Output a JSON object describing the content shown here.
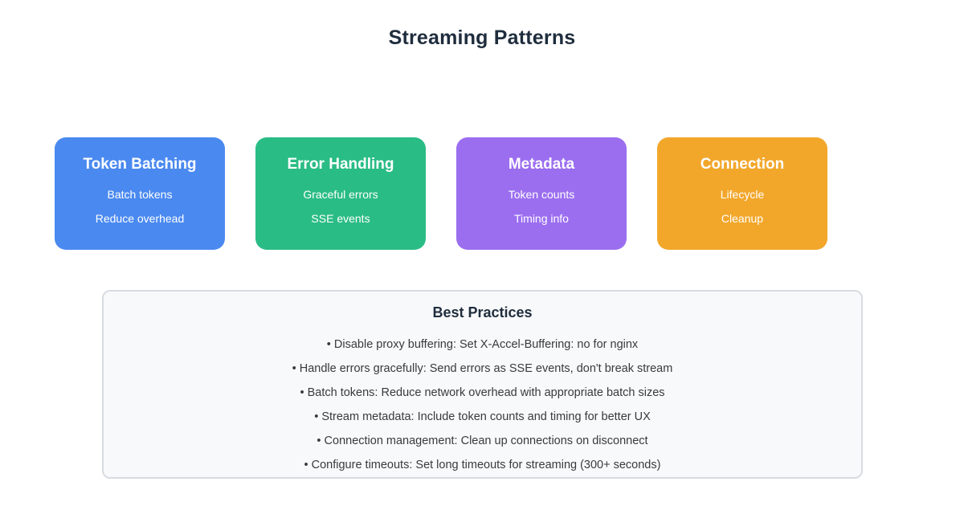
{
  "page": {
    "title": "Streaming Patterns"
  },
  "colors": {
    "title_text": "#1f2d3d",
    "card_blue": "#4a89f0",
    "card_green": "#2abc85",
    "card_purple": "#9b6ef0",
    "card_orange": "#f2a72b",
    "panel_bg": "#f8f9fa",
    "panel_border": "#d8dbe2",
    "body_text": "#3a3a3a"
  },
  "cards": [
    {
      "title": "Token Batching",
      "line1": "Batch tokens",
      "line2": "Reduce overhead",
      "color": "#4a89f0"
    },
    {
      "title": "Error Handling",
      "line1": "Graceful errors",
      "line2": "SSE events",
      "color": "#2abc85"
    },
    {
      "title": "Metadata",
      "line1": "Token counts",
      "line2": "Timing info",
      "color": "#9b6ef0"
    },
    {
      "title": "Connection",
      "line1": "Lifecycle",
      "line2": "Cleanup",
      "color": "#f2a72b"
    }
  ],
  "best_practices": {
    "title": "Best Practices",
    "items": [
      "• Disable proxy buffering: Set X-Accel-Buffering: no for nginx",
      "• Handle errors gracefully: Send errors as SSE events, don't break stream",
      "• Batch tokens: Reduce network overhead with appropriate batch sizes",
      "• Stream metadata: Include token counts and timing for better UX",
      "• Connection management: Clean up connections on disconnect",
      "• Configure timeouts: Set long timeouts for streaming (300+ seconds)"
    ]
  }
}
